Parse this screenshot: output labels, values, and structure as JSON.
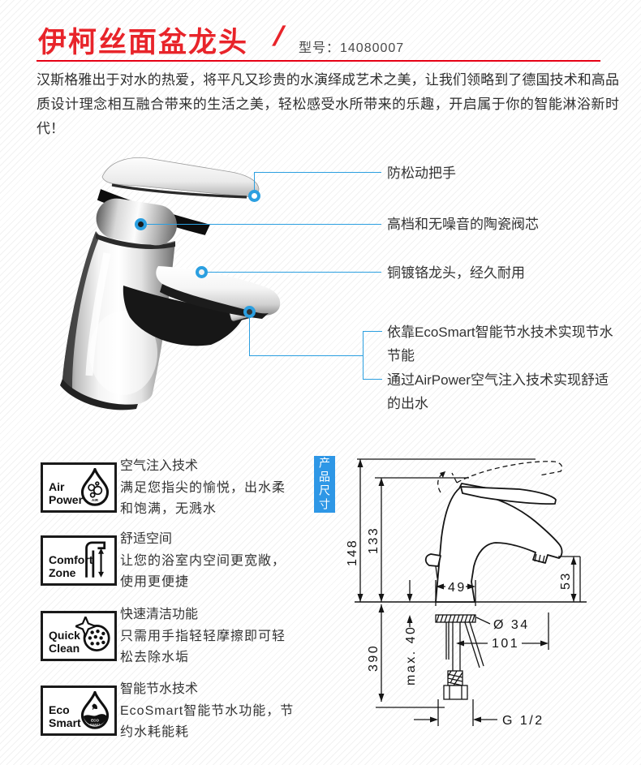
{
  "header": {
    "title": "伊柯丝面盆龙头",
    "separator": "/",
    "model": "型号：14080007",
    "accent_color": "#e60014"
  },
  "intro": {
    "text": "汉斯格雅出于对水的热爱，将平凡又珍贵的水演绎成艺术之美，让我们领略到了德国技术和高品质设计理念相互融合带来的生活之美，轻松感受水所带来的乐趣，开启属于你的智能淋浴新时代！"
  },
  "callouts": {
    "line_color": "#2b9fe0",
    "items": [
      {
        "line1": "防松动把手",
        "line2": ""
      },
      {
        "line1": "高档和无噪音的陶瓷阀芯",
        "line2": ""
      },
      {
        "line1": "铜镀铬龙头，经久耐用",
        "line2": ""
      },
      {
        "line1": "依靠EcoSmart智能节水技术实现节水",
        "line2": "节能"
      },
      {
        "line1": "通过AirPower空气注入技术实现舒适",
        "line2": "的出水"
      }
    ]
  },
  "features": [
    {
      "badge_line1": "Air",
      "badge_line2": "Power",
      "icon": "water-drop-bubbles-icon",
      "title": "空气注入技术",
      "desc1": "满足您指尖的愉悦，出水柔",
      "desc2": "和饱满，无溅水"
    },
    {
      "badge_line1": "Comfort",
      "badge_line2": "Zone",
      "icon": "tall-faucet-height-arrow-icon",
      "title": "舒适空间",
      "desc1": "让您的浴室内空间更宽敞，",
      "desc2": "使用更便捷"
    },
    {
      "badge_line1": "Quick",
      "badge_line2": "Clean",
      "icon": "aerator-sparkle-icon",
      "title": "快速清洁功能",
      "desc1": "只需用手指轻轻摩擦即可轻",
      "desc2": "松去除水垢"
    },
    {
      "badge_line1": "Eco",
      "badge_line2": "Smart",
      "icon": "eco-drop-leaf-icon",
      "title": "智能节水技术",
      "desc1": "EcoSmart智能节水功能，节",
      "desc2": "约水耗能耗"
    }
  ],
  "dimensions": {
    "tab_label": "产品尺寸",
    "tab_color": "#2e97e6",
    "labels": {
      "total_height": "148",
      "body_height": "133",
      "base_width": "49",
      "spout_height": "53",
      "diameter": "Ø 34",
      "reach": "101",
      "max_thickness": "max. 40",
      "below_height": "390",
      "thread": "G 1/2"
    }
  }
}
